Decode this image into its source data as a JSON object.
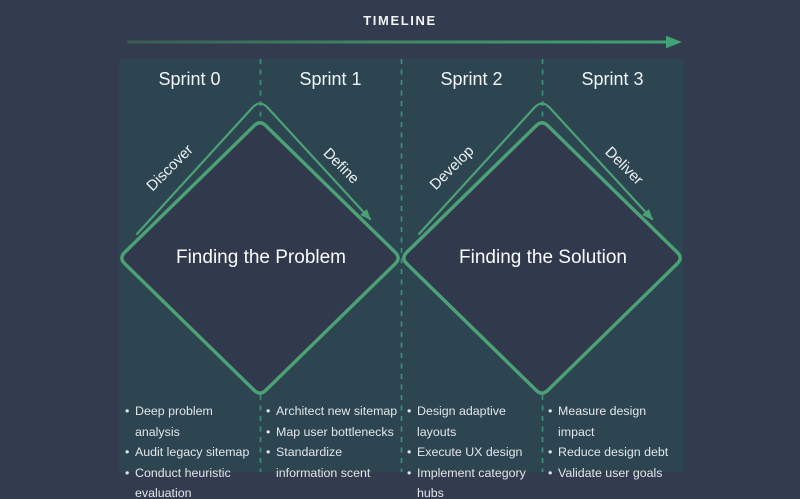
{
  "header": {
    "timeline_label": "TIMELINE"
  },
  "sprints": [
    "Sprint 0",
    "Sprint 1",
    "Sprint 2",
    "Sprint 3"
  ],
  "diamonds": [
    {
      "title": "Finding the Problem",
      "phase_left": "Discover",
      "phase_right": "Define"
    },
    {
      "title": "Finding the Solution",
      "phase_left": "Develop",
      "phase_right": "Deliver"
    }
  ],
  "lists": [
    [
      "Deep problem analysis",
      "Audit legacy sitemap",
      "Conduct heuristic evaluation"
    ],
    [
      "Architect new sitemap",
      "Map user bottlenecks",
      "Standardize information scent"
    ],
    [
      "Design adaptive layouts",
      "Execute UX design",
      "Implement category hubs"
    ],
    [
      "Measure design impact",
      "Reduce design debt",
      "Validate user goals"
    ]
  ],
  "glyphs": {
    "bullet": "•"
  },
  "colors": {
    "background": "#333b4e",
    "panel": "#2d4551",
    "diamond_fill": "#313a4c",
    "accent_green": "#4da176",
    "dashed_line": "#3e8a74",
    "text_primary": "#f2f4f6",
    "text_list": "#e2e6e9"
  }
}
